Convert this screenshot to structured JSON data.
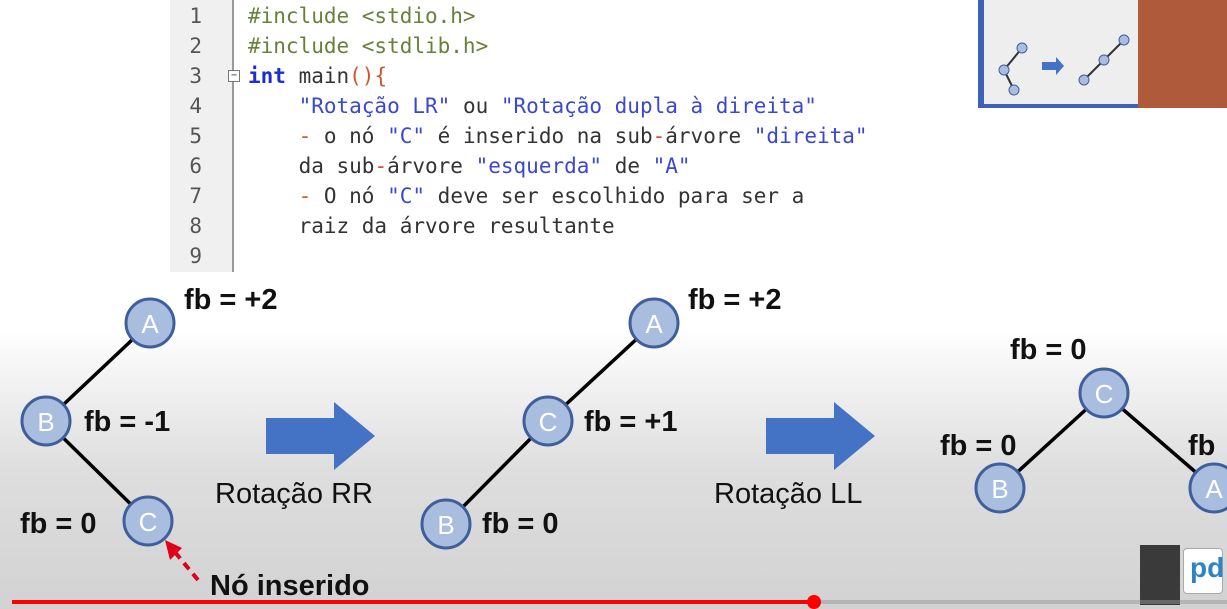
{
  "editor": {
    "line_numbers": [
      "1",
      "2",
      "3",
      "4",
      "5",
      "6",
      "7",
      "8",
      "9"
    ],
    "lines": [
      [
        {
          "t": "#include <stdio.h>",
          "c": "pp"
        }
      ],
      [
        {
          "t": "#include <stdlib.h>",
          "c": "pp"
        }
      ],
      [
        {
          "t": "int",
          "c": "kw"
        },
        {
          "t": " main",
          "c": "pl"
        },
        {
          "t": "(){",
          "c": "op"
        }
      ],
      [
        {
          "t": "    ",
          "c": "pl"
        },
        {
          "t": "\"Rotação LR\"",
          "c": "str"
        },
        {
          "t": " ou ",
          "c": "pl"
        },
        {
          "t": "\"Rotação dupla à direita\"",
          "c": "str"
        }
      ],
      [
        {
          "t": "    ",
          "c": "pl"
        },
        {
          "t": "-",
          "c": "op"
        },
        {
          "t": " o nó ",
          "c": "pl"
        },
        {
          "t": "\"C\"",
          "c": "str"
        },
        {
          "t": " é inserido na sub",
          "c": "pl"
        },
        {
          "t": "-",
          "c": "op"
        },
        {
          "t": "árvore ",
          "c": "pl"
        },
        {
          "t": "\"direita\"",
          "c": "str"
        }
      ],
      [
        {
          "t": "    da sub",
          "c": "pl"
        },
        {
          "t": "-",
          "c": "op"
        },
        {
          "t": "árvore ",
          "c": "pl"
        },
        {
          "t": "\"esquerda\"",
          "c": "str"
        },
        {
          "t": " de ",
          "c": "pl"
        },
        {
          "t": "\"A\"",
          "c": "str"
        }
      ],
      [
        {
          "t": "    ",
          "c": "pl"
        },
        {
          "t": "-",
          "c": "op"
        },
        {
          "t": " O nó ",
          "c": "pl"
        },
        {
          "t": "\"C\"",
          "c": "str"
        },
        {
          "t": " deve ser escolhido para ser a",
          "c": "pl"
        }
      ],
      [
        {
          "t": "    raiz da árvore resultante",
          "c": "pl"
        }
      ],
      []
    ]
  },
  "diagram": {
    "tree1": {
      "a_label": "A",
      "b_label": "B",
      "c_label": "C",
      "fb_a": "fb = +2",
      "fb_b": "fb = -1",
      "fb_c": "fb = 0",
      "inserted_label": "Nó inserido"
    },
    "arrow1_caption": "Rotação RR",
    "tree2": {
      "a_label": "A",
      "c_label": "C",
      "b_label": "B",
      "fb_a": "fb = +2",
      "fb_c": "fb = +1",
      "fb_b": "fb = 0"
    },
    "arrow2_caption": "Rotação LL",
    "tree3": {
      "c_label": "C",
      "b_label": "B",
      "a_label": "A",
      "fb_c": "fb = 0",
      "fb_b": "fb = 0",
      "fb_a": "fb"
    },
    "node_fill": "#a9bddf",
    "node_stroke": "#3e5f9c",
    "arrow_fill": "#4472c4",
    "inserted_arrow_color": "#e0001b"
  },
  "webcam": {
    "icon": "video-overlay"
  },
  "player": {
    "progress_fraction": 0.66,
    "progress_color": "#ff0000"
  },
  "logo": {
    "text": "pd"
  }
}
